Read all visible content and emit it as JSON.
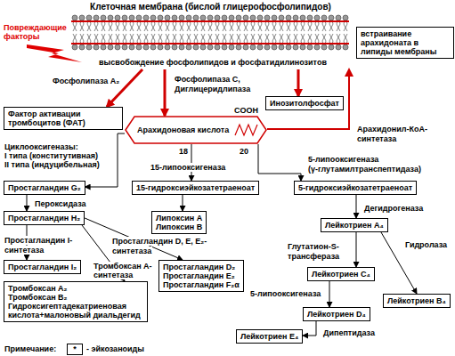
{
  "diagram": {
    "nodes": [
      {
        "text": [
          "Клеточная мембрана (бислой глицерофосфолипидов)"
        ]
      },
      {
        "text": [
          "встраивание арахидоната в липиды мембраны"
        ]
      },
      {
        "text": [
          "Фактор активации тромбоцитов (ФАТ)"
        ]
      },
      {
        "text": [
          "Инозитолфосфат"
        ]
      },
      {
        "text": [
          "Арахидоновая кислота"
        ]
      },
      {
        "text": [
          "Простагландин G₂"
        ]
      },
      {
        "text": [
          "15-гидроксиэйкозатетраеноат"
        ]
      },
      {
        "text": [
          "5-гидроксиэйкозатетраеноат"
        ]
      },
      {
        "text": [
          "Простагландин H₂"
        ]
      },
      {
        "text": [
          "Липоксин A",
          "Липоксин B"
        ]
      },
      {
        "text": [
          "Лейкотриен A₄"
        ]
      },
      {
        "text": [
          "Простагландин I₂"
        ]
      },
      {
        "text": [
          "Простагландин D₂",
          "Простагландин E₂",
          "Простагландин F₂α"
        ]
      },
      {
        "text": [
          "Лейкотриен C₄"
        ]
      },
      {
        "text": [
          "Лейкотриен B₄"
        ]
      },
      {
        "text": [
          "Тромбоксан A₂",
          "Тромбоксан B₂",
          "Гидроксигептадекатриеновая кислота+малоновый диальдегид"
        ]
      },
      {
        "text": [
          "Лейкотриен D₄"
        ]
      },
      {
        "text": [
          "Лейкотриен E₄"
        ]
      }
    ],
    "edges": [
      {
        "from": 0,
        "to": 2,
        "arrow": "to"
      },
      {
        "from": 0,
        "to": 4,
        "arrow": "to"
      },
      {
        "from": 0,
        "to": 3,
        "arrow": "to"
      },
      {
        "from": 4,
        "to": 0,
        "arrow": "to"
      },
      {
        "from": 4,
        "to": 5,
        "arrow": "to"
      },
      {
        "from": 4,
        "to": 6,
        "arrow": "to"
      },
      {
        "from": 4,
        "to": 7,
        "arrow": "to"
      },
      {
        "from": 5,
        "to": 8,
        "arrow": "to"
      },
      {
        "from": 6,
        "to": 9,
        "arrow": "to"
      },
      {
        "from": 7,
        "to": 10,
        "arrow": "to"
      },
      {
        "from": 8,
        "to": 11,
        "arrow": "to"
      },
      {
        "from": 8,
        "to": 12,
        "arrow": "to"
      },
      {
        "from": 8,
        "to": 15,
        "arrow": "to"
      },
      {
        "from": 10,
        "to": 13,
        "arrow": "to"
      },
      {
        "from": 10,
        "to": 14,
        "arrow": "to"
      },
      {
        "from": 13,
        "to": 16,
        "arrow": "to"
      },
      {
        "from": 16,
        "to": 17,
        "arrow": "to"
      }
    ],
    "labels": [
      "высвобождение фосфолипидов и фосфатидилинозитов",
      "Повреждающие факторы",
      "Фосфолипаза A₂",
      "Фосфолипаза C,",
      "Диглицеридлипаза",
      "COOH",
      "Арахидонил-КоА-",
      "синтетаза",
      "18",
      "20",
      "Циклооксигеназы:",
      "I типа (конститутивная)",
      "II типа (индуцибельная)",
      "15-липооксигеназа",
      "5-липооксигеназа",
      "(γ-глутамилтранспептидаза)",
      "Пероксидаза",
      "Дегидрогеназа",
      "Простагландин I-",
      "синтетаза",
      "Простагландин D, E, E₂-",
      "синтетаза",
      "Тромбоксан А-синтетаза",
      "Глутатион-S-",
      "трансфераза",
      "Гидролаза",
      "5-липооксигеназа",
      "Дипептидаза",
      "Примечание:",
      "*"
    ],
    "legend": [
      {
        "text": "- эйкозаноиды"
      }
    ]
  }
}
